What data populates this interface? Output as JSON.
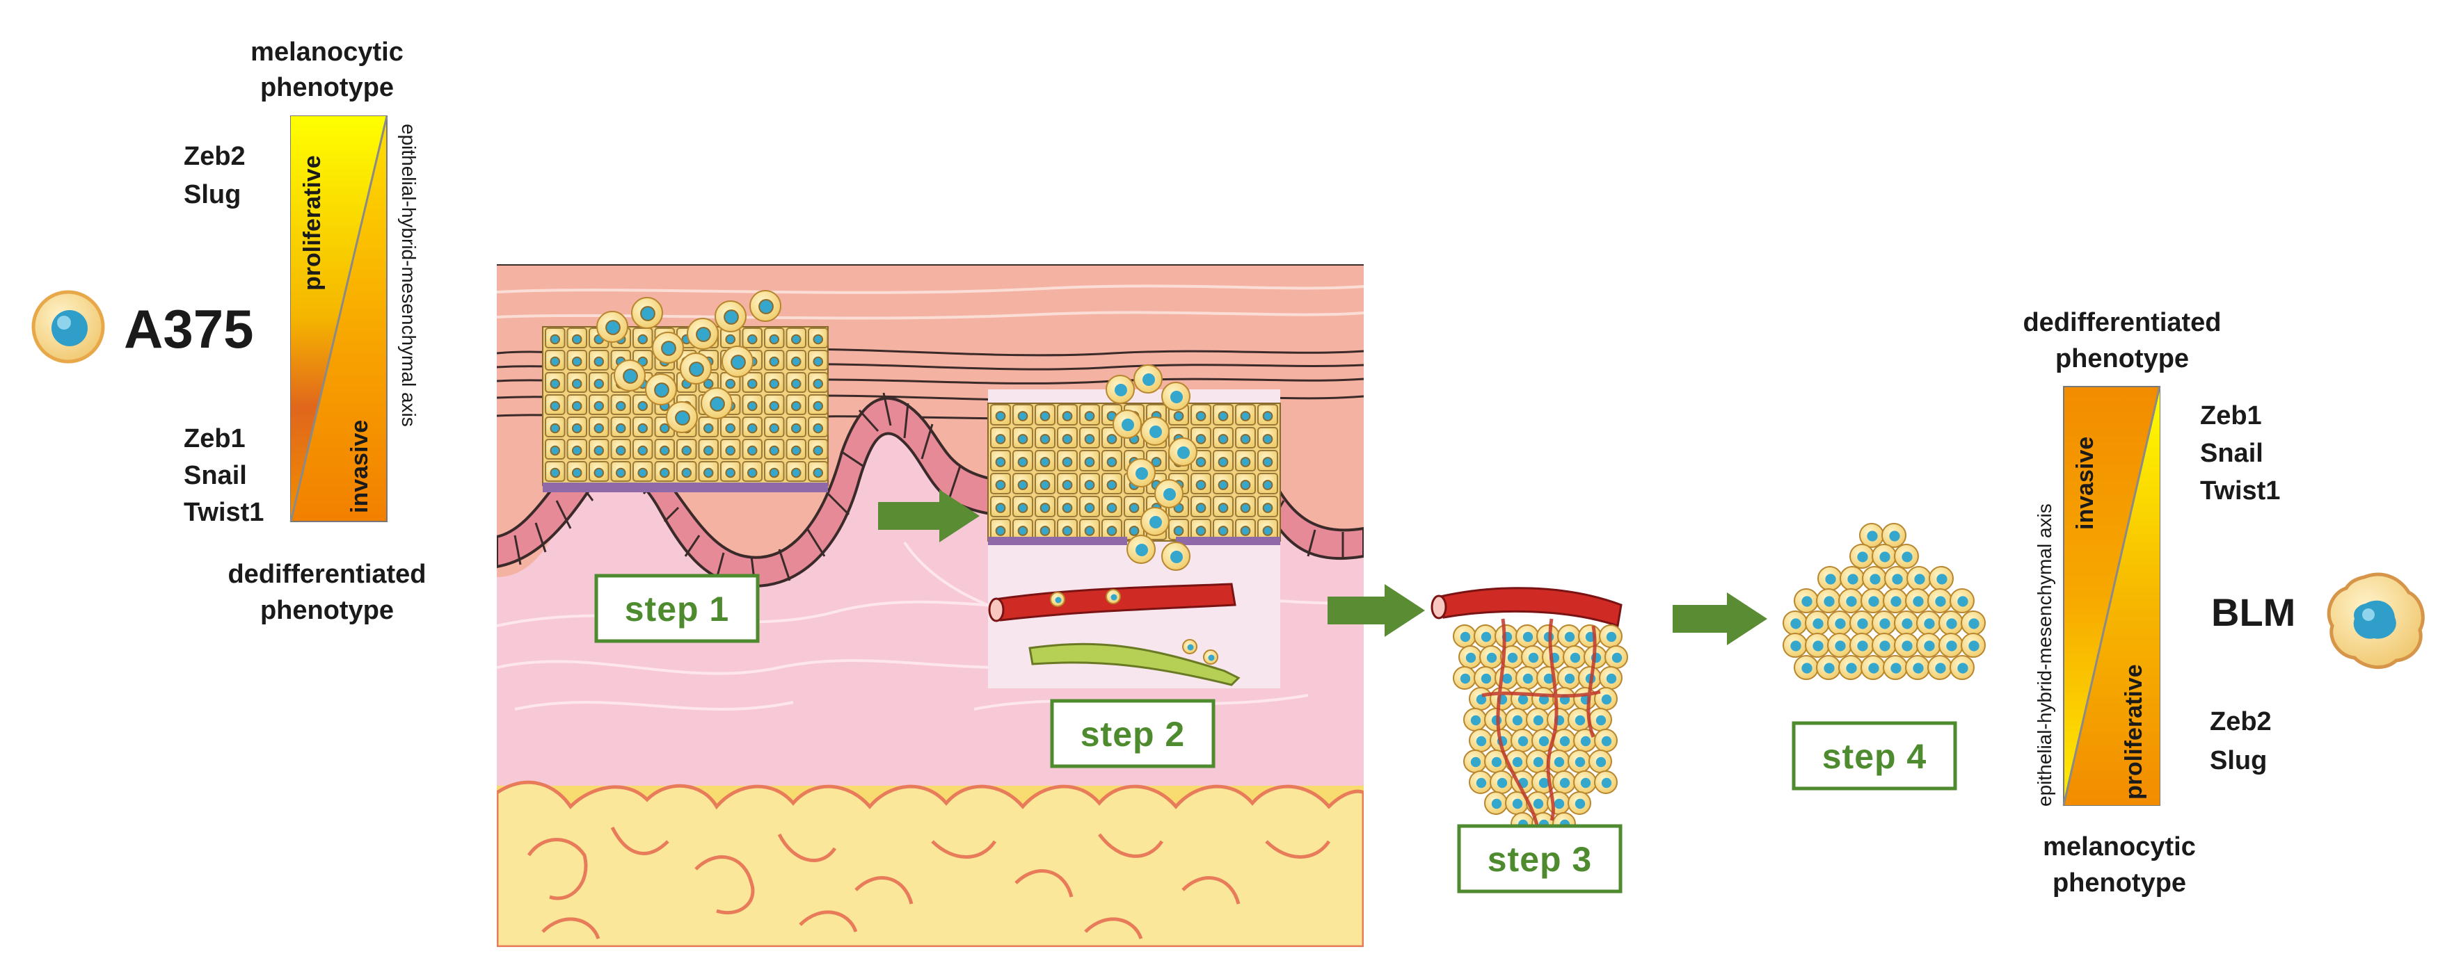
{
  "left_panel": {
    "cell_line": "A375",
    "top_label_line1": "melanocytic",
    "top_label_line2": "phenotype",
    "bottom_label_line1": "dedifferentiated",
    "bottom_label_line2": "phenotype",
    "upper_markers": [
      "Zeb2",
      "Slug"
    ],
    "lower_markers": [
      "Zeb1",
      "Snail",
      "Twist1"
    ],
    "zone_upper": "proliferative",
    "zone_lower": "invasive",
    "axis_label": "epithelial-hybrid-mesenchymal axis"
  },
  "right_panel": {
    "cell_line": "BLM",
    "top_label_line1": "dedifferentiated",
    "top_label_line2": "phenotype",
    "bottom_label_line1": "melanocytic",
    "bottom_label_line2": "phenotype",
    "upper_markers": [
      "Zeb1",
      "Snail",
      "Twist1"
    ],
    "lower_markers": [
      "Zeb2",
      "Slug"
    ],
    "zone_upper": "invasive",
    "zone_lower": "proliferative",
    "axis_label": "epithelial-hybrid-mesenchymal axis"
  },
  "steps": {
    "step1": "step 1",
    "step2": "step 2",
    "step3": "step 3",
    "step4": "step 4"
  },
  "colors": {
    "arrow": "#5a8c34",
    "step_border": "#4e8a2e",
    "skin_upper": "#f2b2a0",
    "dermis": "#f7c9d3",
    "fat": "#f8dd72",
    "cell_fill": "#f7df8c",
    "nucleus": "#35a6cc",
    "gradient_yellow": "#ffff00",
    "gradient_orange": "#f28c00"
  }
}
